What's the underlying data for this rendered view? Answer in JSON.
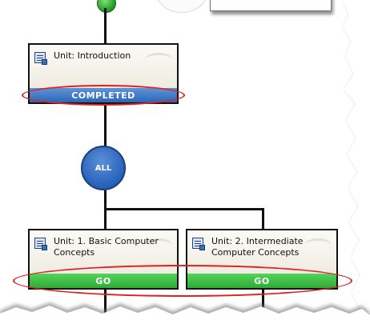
{
  "flow": {
    "unit_intro": {
      "title": "Unit: Introduction",
      "status": "COMPLETED"
    },
    "branch_node": {
      "label": "ALL"
    },
    "unit_basic": {
      "title": "Unit: 1. Basic Computer Concepts",
      "status": "GO"
    },
    "unit_intermediate": {
      "title": "Unit: 2. Intermediate Computer Concepts",
      "status": "GO"
    }
  },
  "colors": {
    "completed_status": "#2b67b8",
    "go_status": "#2eab35",
    "branch_node": "#2a64bb",
    "highlight_ellipse": "#e02020",
    "start_node": "#2ca12a"
  },
  "icons": {
    "unit": "unit-document-icon"
  }
}
